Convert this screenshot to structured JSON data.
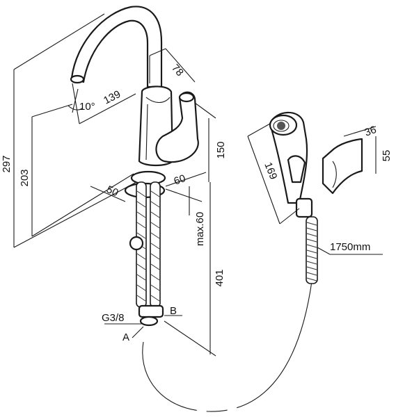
{
  "dimensions": {
    "total_height": "297",
    "spout_height": "203",
    "spout_reach": "139",
    "spout_angle": "10°",
    "lever_depth": "78",
    "body_height": "150",
    "base_width": "60",
    "base_diameter": "50",
    "max_deck": "max.60",
    "hose_length": "401",
    "spray_length": "169",
    "holder_width": "36",
    "holder_height": "55",
    "shower_hose": "1750mm",
    "thread": "G3/8",
    "connection_a": "A",
    "connection_b": "B"
  }
}
